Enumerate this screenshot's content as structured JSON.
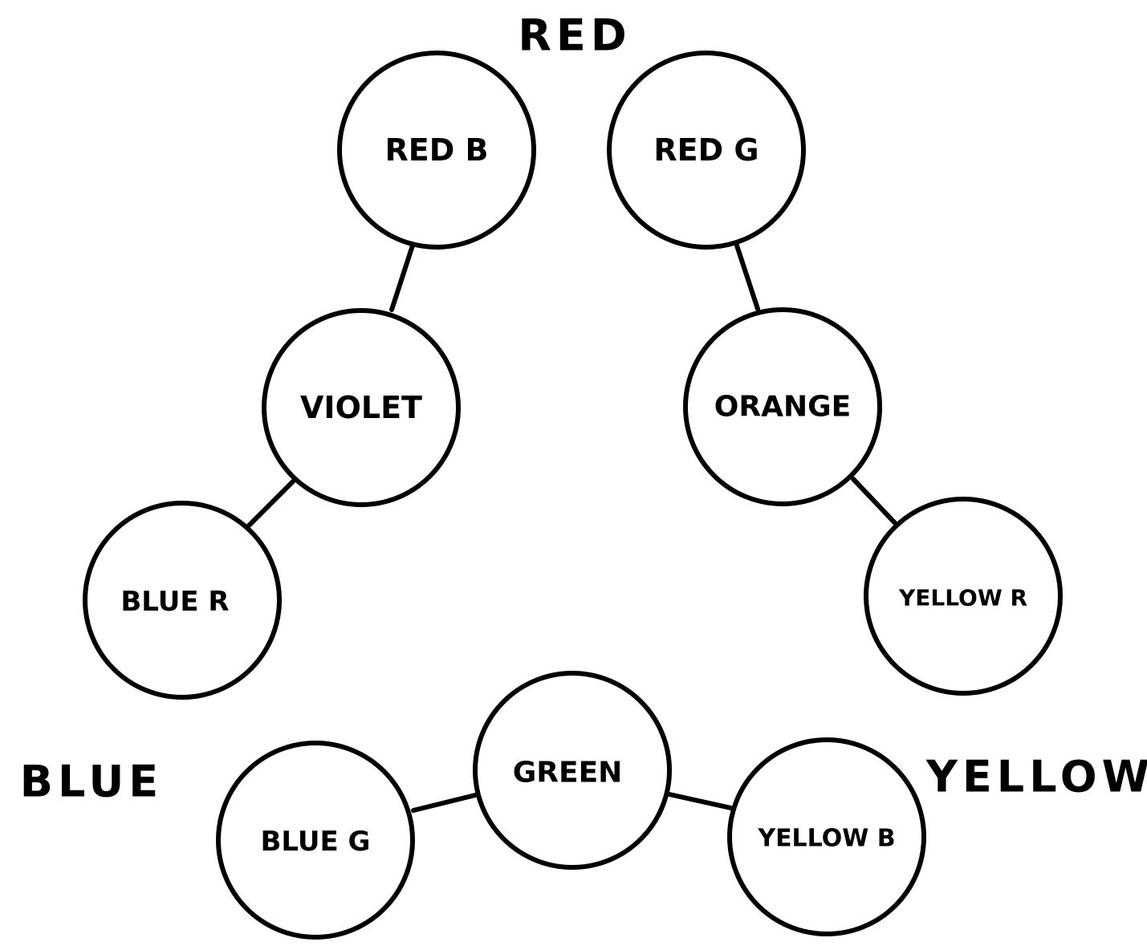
{
  "corner_labels": {
    "red": "RED",
    "blue": "BLUE",
    "yellow": "YELLOW"
  },
  "nodes": {
    "red_b": "RED B",
    "red_g": "RED G",
    "violet": "VIOLET",
    "orange": "ORANGE",
    "blue_r": "BLUE R",
    "yellow_r": "YELLOW R",
    "blue_g": "BLUE G",
    "green": "GREEN",
    "yellow_b": "YELLOW B"
  },
  "edges": [
    [
      "red_b",
      "violet"
    ],
    [
      "violet",
      "blue_r"
    ],
    [
      "red_g",
      "orange"
    ],
    [
      "orange",
      "yellow_r"
    ],
    [
      "blue_g",
      "green"
    ],
    [
      "green",
      "yellow_b"
    ]
  ]
}
